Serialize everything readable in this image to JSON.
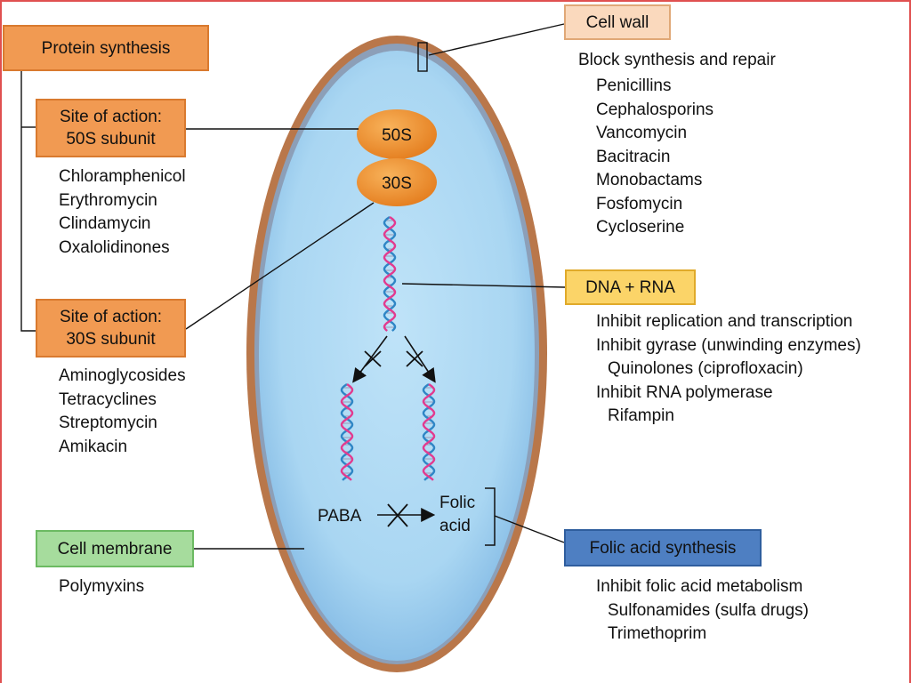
{
  "colors": {
    "frame": "#e05050",
    "orange_box_fill": "#f19a52",
    "orange_box_border": "#d97a2f",
    "cell_wall_fill": "#fad9bd",
    "cell_wall_border": "#e0a877",
    "dna_box_fill": "#fbd468",
    "dna_box_border": "#e0aa2a",
    "membrane_box_fill": "#a6dc9d",
    "membrane_box_border": "#6cba62",
    "folic_box_fill": "#4e7fc2",
    "folic_box_border": "#2f5e9e",
    "cell_wall_color": "#b9774a",
    "cell_interior": "#a9d6f2",
    "ribosome": "#ee8c2a",
    "dna_strand_a": "#e23b8f",
    "dna_strand_b": "#2f86c6"
  },
  "protein_synthesis": {
    "title": "Protein synthesis",
    "site50": {
      "line1": "Site of action:",
      "line2": "50S subunit"
    },
    "drugs50": [
      "Chloramphenicol",
      "Erythromycin",
      "Clindamycin",
      "Oxalolidinones"
    ],
    "site30": {
      "line1": "Site of action:",
      "line2": "30S subunit"
    },
    "drugs30": [
      "Aminoglycosides",
      "Tetracyclines",
      "Streptomycin",
      "Amikacin"
    ]
  },
  "cell_wall": {
    "title": "Cell wall",
    "description": "Block synthesis and repair",
    "drugs": [
      "Penicillins",
      "Cephalosporins",
      "Vancomycin",
      "Bacitracin",
      "Monobactams",
      "Fosfomycin",
      "Cycloserine"
    ]
  },
  "dna_rna": {
    "title": "DNA + RNA",
    "lines": [
      "Inhibit replication and transcription",
      "Inhibit gyrase (unwinding enzymes)",
      "Quinolones (ciprofloxacin)",
      "Inhibit RNA polymerase",
      "Rifampin"
    ]
  },
  "cell_membrane": {
    "title": "Cell membrane",
    "drugs": [
      "Polymyxins"
    ]
  },
  "folic_acid_synthesis": {
    "title": "Folic acid synthesis",
    "lines": [
      "Inhibit folic acid metabolism",
      "Sulfonamides (sulfa drugs)",
      "Trimethoprim"
    ]
  },
  "cell": {
    "ribosome_large": "50S",
    "ribosome_small": "30S",
    "paba": "PABA",
    "folic_line1": "Folic",
    "folic_line2": "acid"
  }
}
